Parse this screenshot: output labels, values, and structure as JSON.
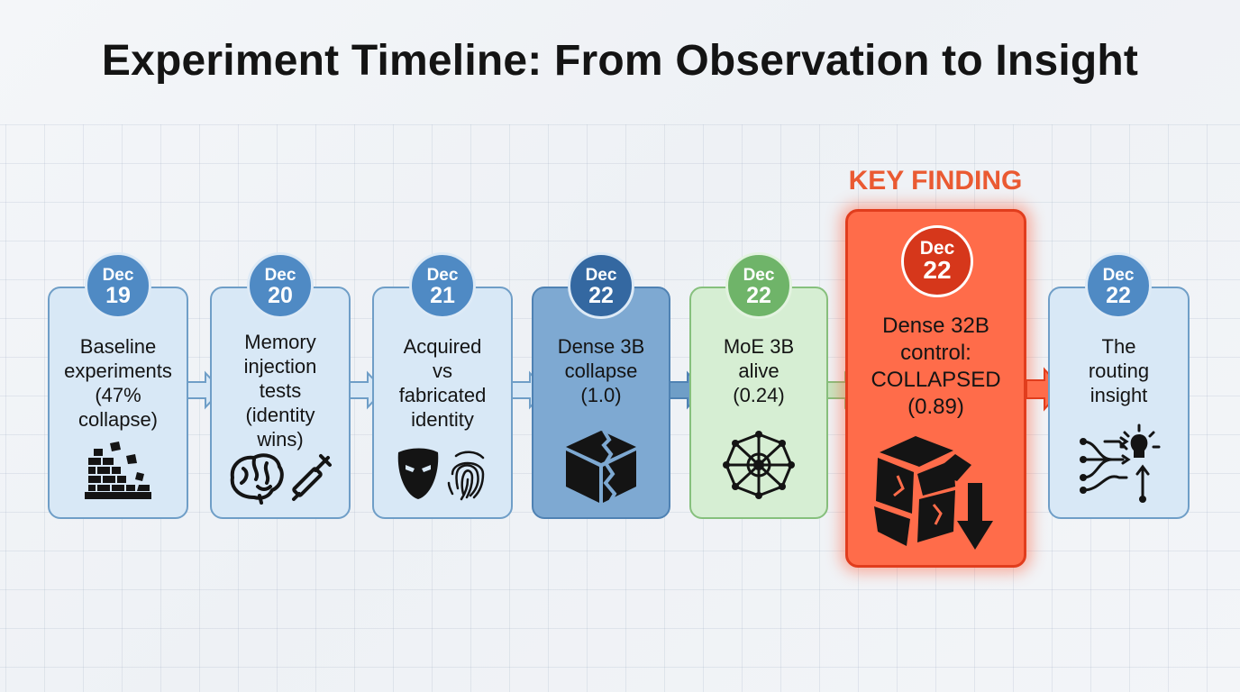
{
  "title": "Experiment Timeline: From Observation to Insight",
  "key_finding_label": "KEY FINDING",
  "colors": {
    "card_blue": "#d8e8f6",
    "card_dark_blue": "#7ea9d2",
    "card_green": "#d6eed3",
    "card_red": "#ff6c4a",
    "badge_blue": "#4f8ac4",
    "badge_green": "#6fb469",
    "badge_red": "#d6371b",
    "key_finding": "#ea5a32"
  },
  "steps": [
    {
      "month": "Dec",
      "day": "19",
      "text": "Baseline\nexperiments\n(47%\ncollapse)",
      "icon": "crumbling-wall-icon"
    },
    {
      "month": "Dec",
      "day": "20",
      "text": "Memory\ninjection\ntests\n(identity\nwins)",
      "icon": "brain-syringe-icon"
    },
    {
      "month": "Dec",
      "day": "21",
      "text": "Acquired\nvs\nfabricated\nidentity",
      "icon": "mask-fingerprint-icon"
    },
    {
      "month": "Dec",
      "day": "22",
      "text": "Dense 3B\ncollapse\n(1.0)",
      "icon": "broken-cube-icon"
    },
    {
      "month": "Dec",
      "day": "22",
      "text": "MoE 3B\nalive\n(0.24)",
      "icon": "network-icon"
    },
    {
      "month": "Dec",
      "day": "22",
      "text": "Dense 32B\ncontrol:\nCOLLAPSED\n(0.89)",
      "icon": "shattered-cube-down-icon"
    },
    {
      "month": "Dec",
      "day": "22",
      "text": "The\nrouting\ninsight",
      "icon": "routing-lightbulb-icon"
    }
  ]
}
